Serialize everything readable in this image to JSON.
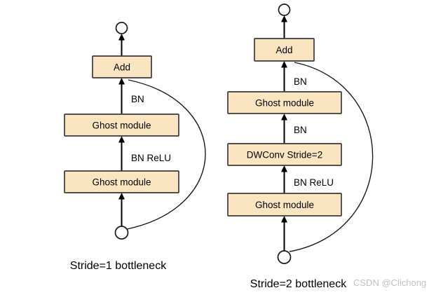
{
  "colors": {
    "box_fill": "#FBE5C0",
    "box_border": "#3A3A3A",
    "line": "#000000",
    "watermark_text": "#C6C0C0"
  },
  "stride1": {
    "caption": "Stride=1 bottleneck",
    "boxes": {
      "add": "Add",
      "ghost_top": "Ghost module",
      "ghost_bottom": "Ghost module"
    },
    "edge_labels": {
      "bn": "BN",
      "bn_relu": "BN ReLU"
    }
  },
  "stride2": {
    "caption": "Stride=2 bottleneck",
    "boxes": {
      "add": "Add",
      "ghost_top": "Ghost module",
      "dwconv": "DWConv Stride=2",
      "ghost_bottom": "Ghost module"
    },
    "edge_labels": {
      "bn_upper": "BN",
      "bn_lower": "BN",
      "bn_relu": "BN ReLU"
    }
  },
  "watermark": "CSDN @Clichong"
}
